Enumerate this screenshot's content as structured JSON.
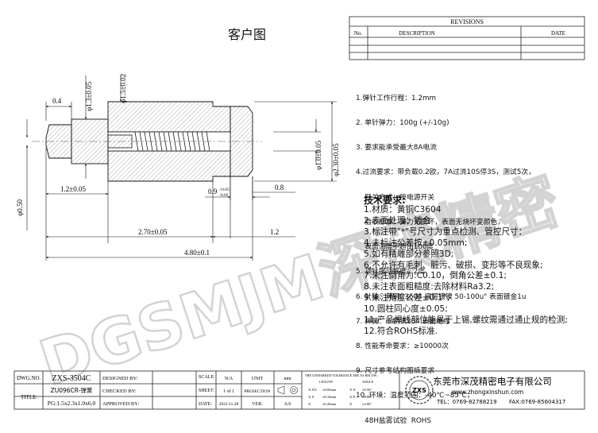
{
  "drawing_title": "客户图",
  "revisions": {
    "title": "REVISIONS",
    "col_no": "No.",
    "col_description": "DESCRIPTION",
    "col_date": "DATE"
  },
  "watermark": "DGSMJM深茂精密",
  "dimensions": {
    "d_0_4": "0.4",
    "d_phi13": "φ1.3±0.05",
    "d_phi15": "φ1.5±0.02",
    "d_phi10": "φ1.0±0.05",
    "d_phi23": "φ2.30±0.05",
    "d_phi05": "φ0.50",
    "d_12": "1.2±0.05",
    "d_09": "0.9",
    "d_09_tol_upper": "+0.05",
    "d_09_tol_lower": "-0.05",
    "d_08": "0.8",
    "d_270": "2.70±0.05",
    "d_1_2": "1.2",
    "d_480": "4.80±0.1"
  },
  "notes": [
    "1.弹针工作行程：1.2mm",
    "2. 单针弹力：100g (+/-10g)",
    "3. 要求能承受最大8A电流",
    "4.过流要求：带负载0.2欧，7A过流10S停3S，测试5次，",
    "    开关方式：按电源开关",
    "    验收标准：弹力无损坏，表面无烧坏变颜色，",
    "    表面温度不超出100度",
    "5. 顶针摆动幅度：2度",
    "6. 针轴：黄铜C3604 底层镀镍 50-100u\" 表面镀金1u",
    "7. 弹簧：不锈钢304 表面绝缘",
    "8. 性能寿命要求：≥10000次",
    "9. 尺寸参考结构图纸要求",
    "10. 环境：温度范围：-40℃~85℃，",
    "    48H盐雾试验  ROHS"
  ],
  "tech_title": "技术要求:",
  "tech_requirements": [
    "1.材质：黄铜C3604",
    "2.表面处理：镀金",
    "3.标注带\"*\"号尺寸为重点检测、管控尺寸：",
    "4.未标注公差按±0.05mm;",
    "5.如有精雕部分参照3D;",
    "6.不允许有毛刺、脏污、破损、变形等不良现象;",
    "7.未注倒角为:C0.10，倒角公差±0.1;",
    "8.未注表面粗糙度:去除材料Ra3.2;",
    "9.未注角度公差±0.1°;",
    "10.圆柱同心度±0.05;",
    "11.产品焊线部位能易于上锡,螺纹需通过通止规的检测;",
    "12.符合ROHS标准."
  ],
  "title_block": {
    "dwg_no_label": "DWG.NO.",
    "dwg_no": "ZXS-3504C",
    "title_label": "TITLE:",
    "title_line1": "ZU096CR-弹簧",
    "title_line2": "PG:1.5x2.3x1.0x6.0",
    "designed_by": "DESIGNED BY:",
    "checked_by": "CHECKED BY:",
    "approved_by": "APPROVED BY:",
    "scale_label": "SCALE:",
    "scale_value": "N/A",
    "unit_label": "UNIT",
    "unit_value": "mm",
    "sheet_label": "SHEET:",
    "sheet_value": "1 of 1",
    "projection_label": "PROJECTION",
    "date_label": "DATE:",
    "date_value": "2022.11.28",
    "ver_label": "VER.",
    "ver_value": "A.0",
    "tolerance_title": "THE UNMARKED TOLERANCE ARE AS BELOW :",
    "tol_length": "LENGTH",
    "tol_angle": "ANGLE",
    "tol_rows": [
      [
        "X.XX",
        "±0.05mm",
        "X.X",
        "±0.50°"
      ],
      [
        "X.X",
        "±0.10mm",
        "X.X",
        "±1.00°"
      ],
      [
        "X",
        "±0.20mm",
        "X",
        "±2.00°"
      ]
    ],
    "logo_text": "ZXS",
    "company_name": "东莞市深茂精密电子有限公司",
    "company_url": "www.zhongxinshun.com",
    "company_tel": "TEL：0769-82788219",
    "company_fax": "FAX:0769-85604317"
  }
}
